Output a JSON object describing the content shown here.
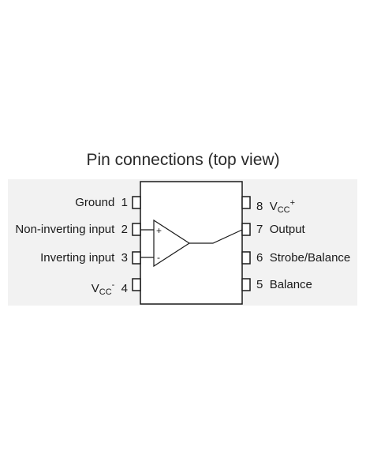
{
  "diagram": {
    "title": "Pin connections (top view)",
    "opamp_symbols": {
      "plus": "+",
      "minus": "-"
    },
    "pins_left": [
      {
        "number": "1",
        "label": "Ground"
      },
      {
        "number": "2",
        "label": "Non-inverting input"
      },
      {
        "number": "3",
        "label": "Inverting input"
      },
      {
        "number": "4",
        "label_main": "V",
        "label_sub": "CC",
        "label_sup": "-"
      }
    ],
    "pins_right": [
      {
        "number": "8",
        "label_main": "V",
        "label_sub": "CC",
        "label_sup": "+"
      },
      {
        "number": "7",
        "label": "Output"
      },
      {
        "number": "6",
        "label": "Strobe/Balance"
      },
      {
        "number": "5",
        "label": "Balance"
      }
    ]
  }
}
